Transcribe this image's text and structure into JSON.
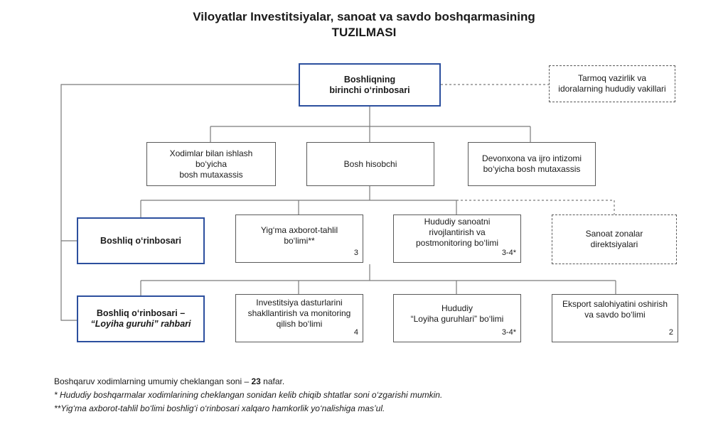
{
  "title": {
    "line1": "Viloyatlar Investitsiyalar, sanoat va savdo boshqarmasining",
    "line2": "TUZILMASI"
  },
  "nodes": {
    "first_deputy": "Boshliqning\nbirinchi o‘rinbosari",
    "ministry_reps": "Tarmoq vazirlik va\nidoralarning hududiy vakillari",
    "hr_specialist": "Xodimlar bilan ishlash bo‘yicha\nbosh mutaxassis",
    "chief_accountant": "Bosh hisobchi",
    "office_specialist": "Devonxona va ijro intizomi\nbo‘yicha bosh mutaxassis",
    "deputy": "Boshliq o‘rinbosari",
    "analytics_dept": "Yig‘ma axborot-tahlil\nbo‘limi**",
    "analytics_count": "3",
    "industry_dept": "Hududiy sanoatni\nrivojlantirish va\npostmonitoring bo‘limi",
    "industry_count": "3-4*",
    "industrial_zones": "Sanoat zonalar\ndirektsiyalari",
    "deputy_project_line1": "Boshliq o‘rinbosari –",
    "deputy_project_line2": "“Loyiha guruhi” rahbari",
    "investment_dept": "Investitsiya dasturlarini\nshakllantirish va monitoring\nqilish bo‘limi",
    "investment_count": "4",
    "project_groups_dept": "Hududiy\n“Loyiha guruhlari” bo‘limi",
    "project_groups_count": "3-4*",
    "export_dept": "Eksport salohiyatini oshirish\nva savdo bo‘limi",
    "export_count": "2"
  },
  "footer": {
    "line1_prefix": "Boshqaruv xodimlarning umumiy cheklangan soni – ",
    "line1_number": "23",
    "line1_suffix": " nafar.",
    "line2": "* Hududiy boshqarmalar xodimlarining cheklangan sonidan kelib chiqib shtatlar soni o‘zgarishi mumkin.",
    "line3": "**Yig‘ma axborot-tahlil bo‘limi boshlig‘i o‘rinbosari xalqaro hamkorlik yo‘nalishiga mas’ul."
  },
  "colors": {
    "main_border": "#2c4f9e",
    "box_border": "#5a5a5a",
    "line": "#7a7a7a"
  }
}
